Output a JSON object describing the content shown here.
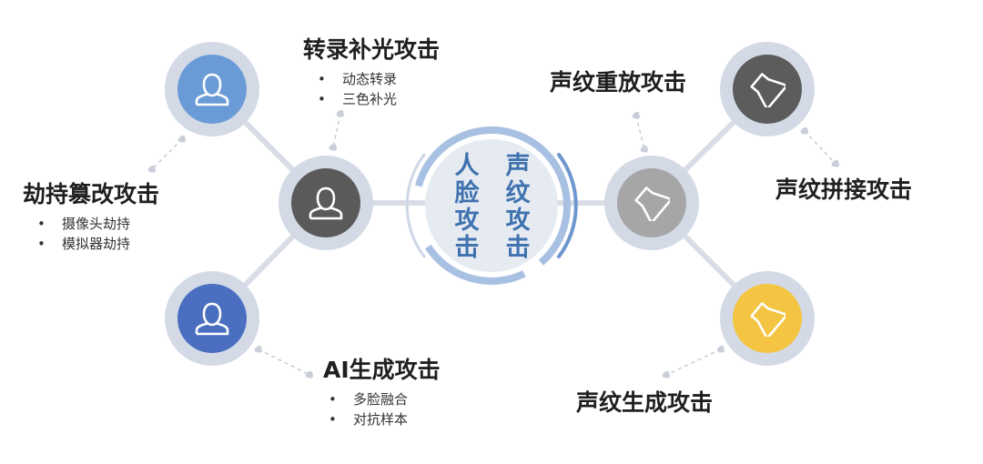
{
  "center": {
    "face_text": [
      "人",
      "脸",
      "攻",
      "击"
    ],
    "voice_text": [
      "声",
      "纹",
      "攻",
      "击"
    ]
  },
  "face_attacks": {
    "replay": {
      "title": "转录补光攻击",
      "items": [
        "动态转录",
        "三色补光"
      ]
    },
    "hijack": {
      "title": "劫持篡改攻击",
      "items": [
        "摄像头劫持",
        "模拟器劫持"
      ]
    },
    "ai_gen": {
      "title": "AI生成攻击",
      "items": [
        "多脸融合",
        "对抗样本"
      ]
    }
  },
  "voice_attacks": {
    "replay": {
      "title": "声纹重放攻击"
    },
    "splice": {
      "title": "声纹拼接攻击"
    },
    "gen": {
      "title": "声纹生成攻击"
    }
  },
  "colors": {
    "face_top": "#6b9bd6",
    "face_hub": "#5a5a5a",
    "face_bottom": "#4a6fc0",
    "voice_top": "#5c5c5c",
    "voice_hub": "#a6a6a6",
    "voice_bottom": "#f4c542",
    "ring": "#d3dae6",
    "connector": "#d9dde6",
    "center_text": "#3f72af"
  },
  "icons": {
    "face": "person-icon",
    "voice": "speaker-icon"
  }
}
